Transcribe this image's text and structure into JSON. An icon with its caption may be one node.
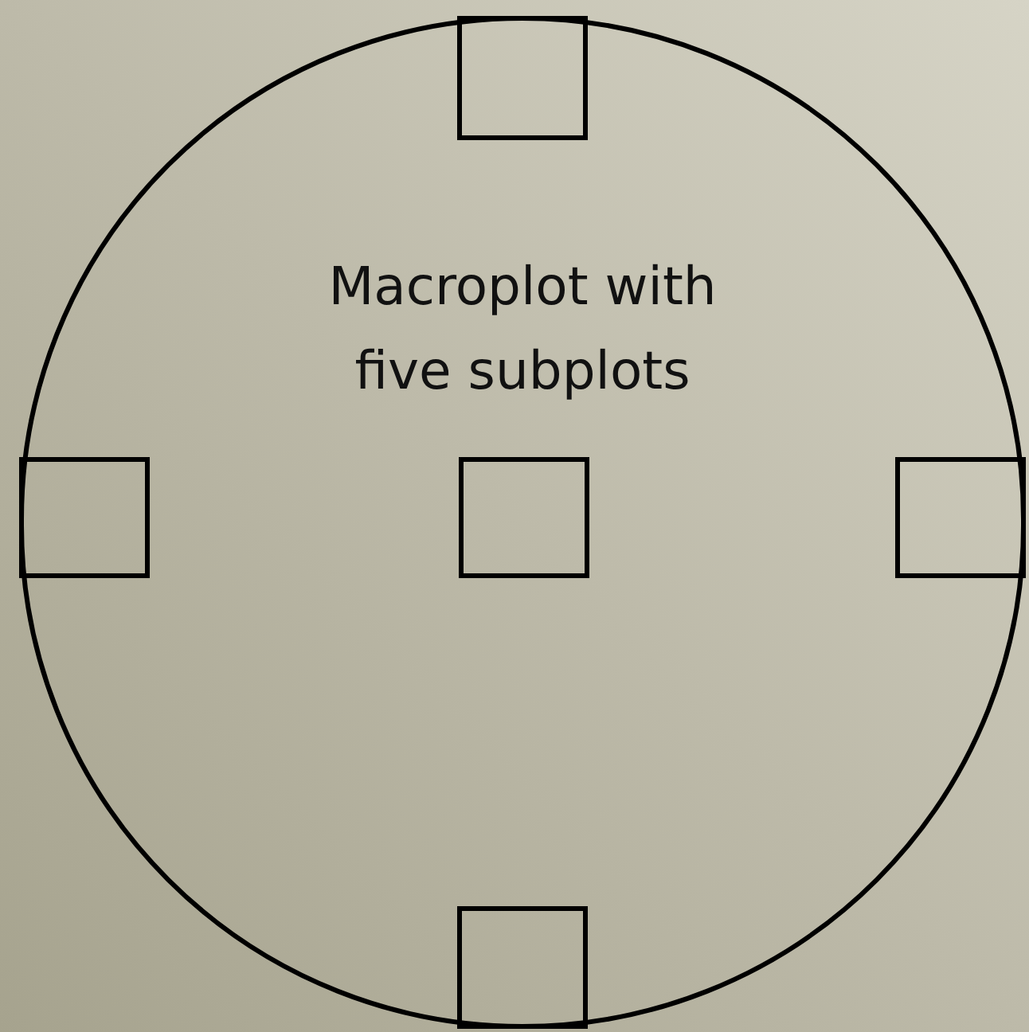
{
  "diagram": {
    "nodes": [
      {
        "text": [
          "Macroplot with five subplots"
        ]
      },
      {
        "text": [],
        "shape": "box",
        "in": 0
      },
      {
        "text": [],
        "shape": "box",
        "in": 0
      },
      {
        "text": [],
        "shape": "box",
        "in": 0
      },
      {
        "text": [],
        "shape": "box",
        "in": 0
      },
      {
        "text": [],
        "shape": "box",
        "in": 0
      }
    ]
  }
}
